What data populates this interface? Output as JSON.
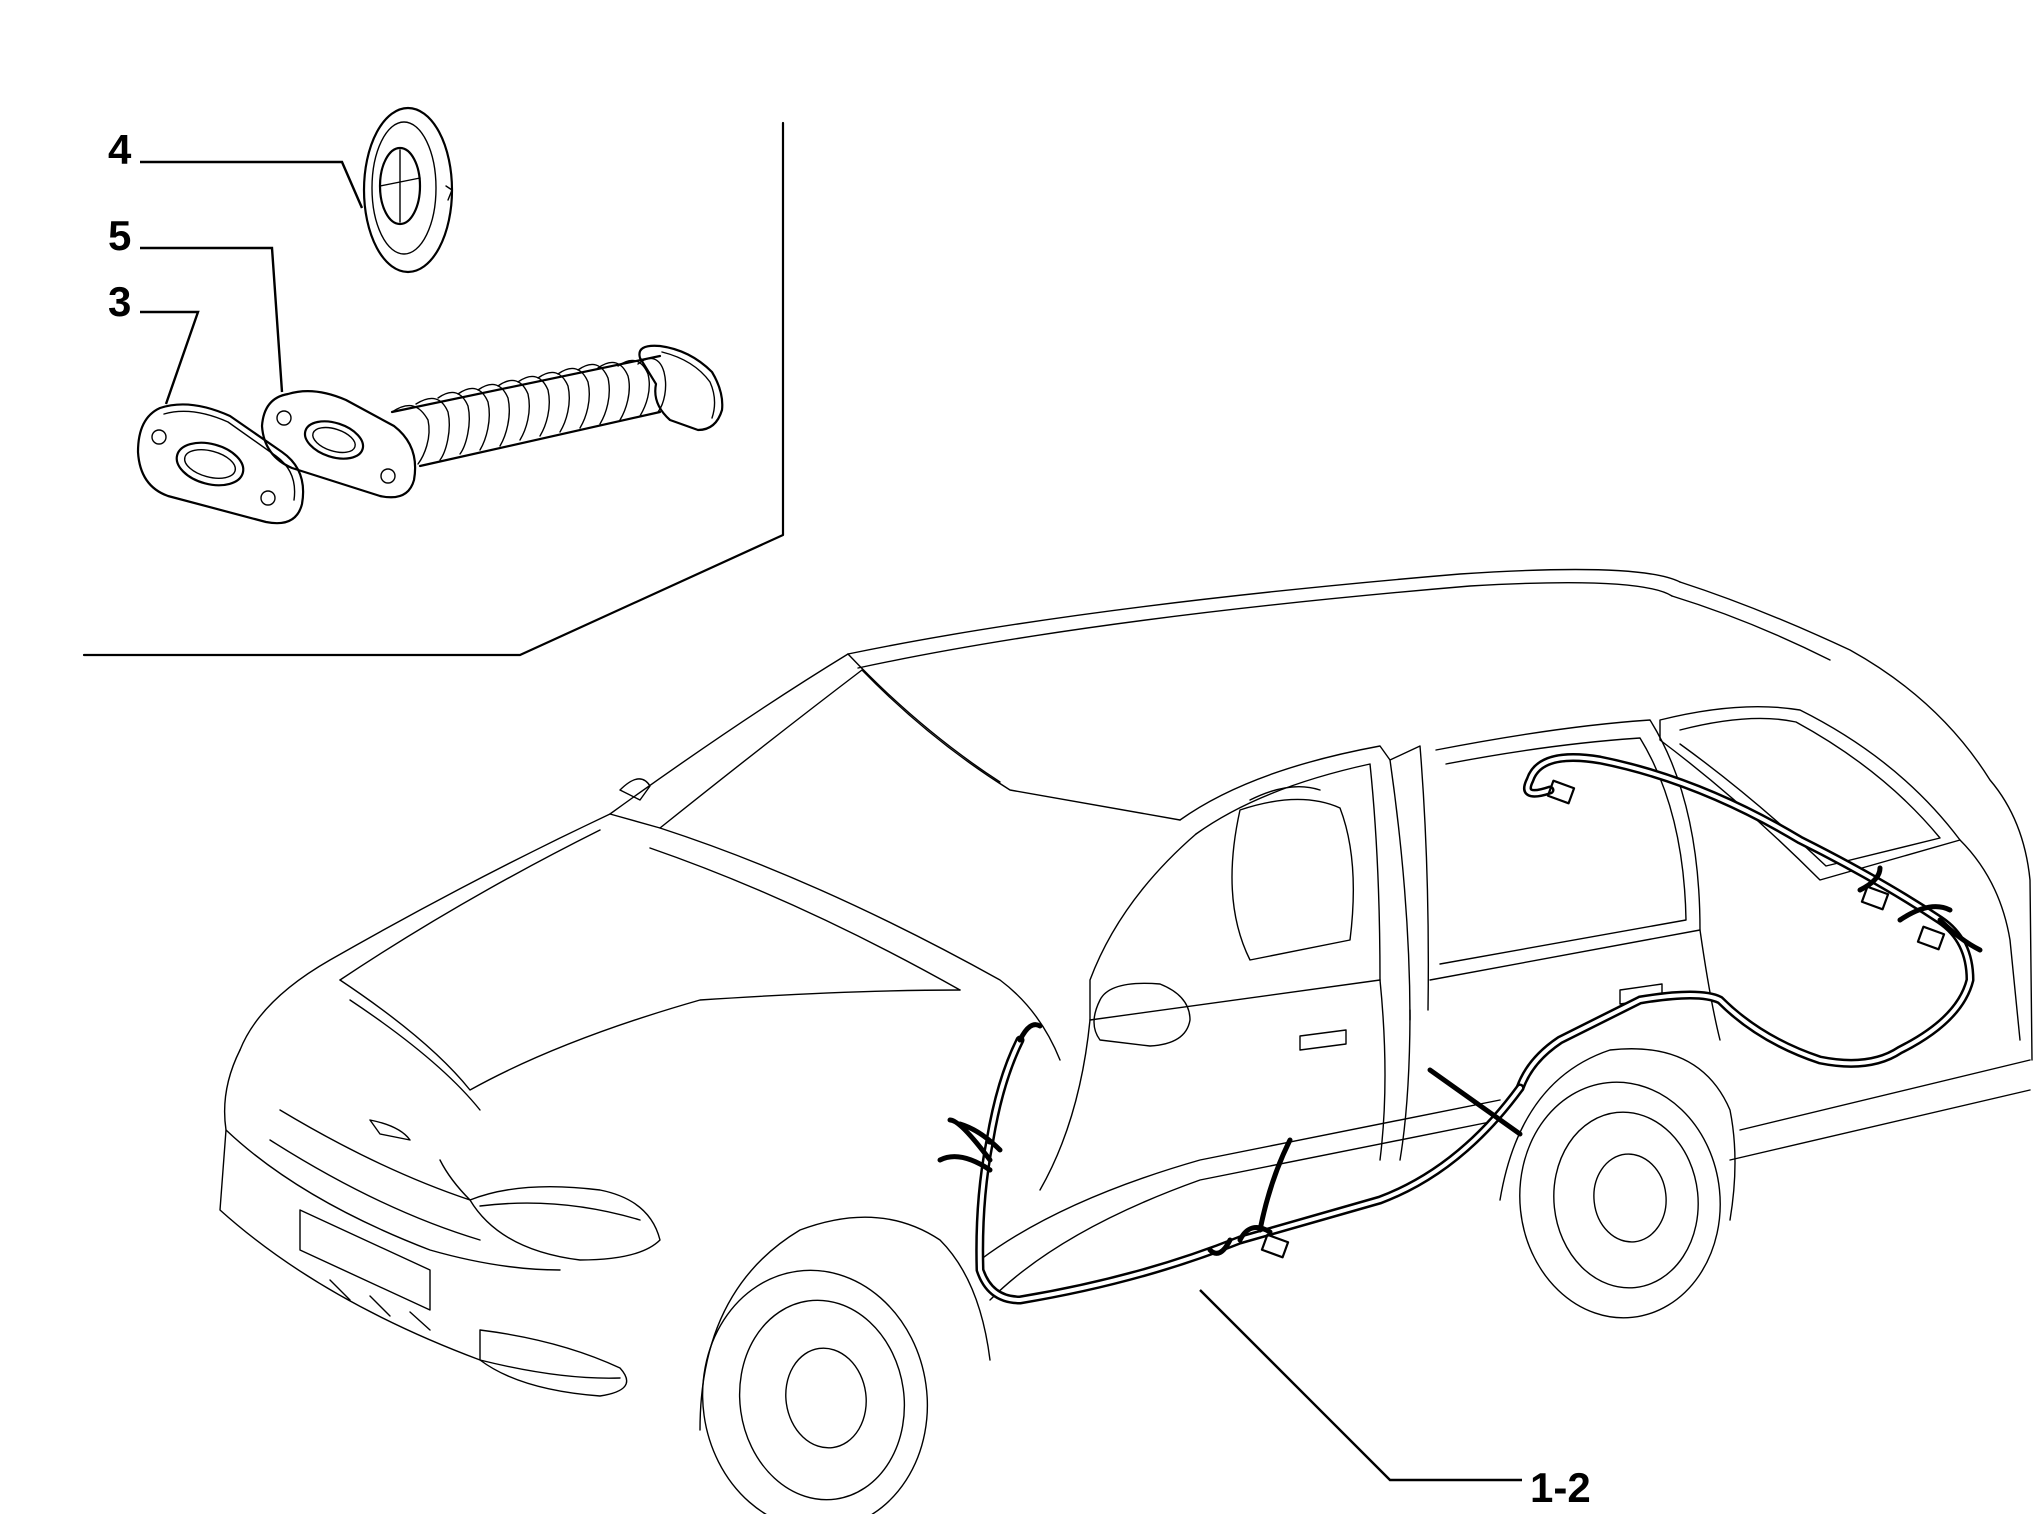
{
  "callouts": {
    "c4": "4",
    "c5": "5",
    "c3": "3",
    "c12": "1-2"
  }
}
